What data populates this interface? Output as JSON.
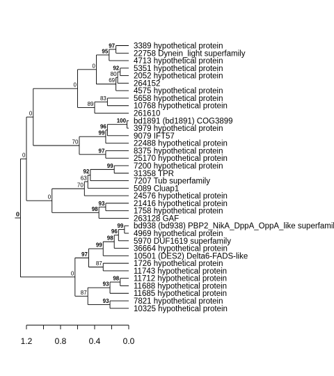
{
  "leaves": [
    "3389 hypothetical protein",
    "22758 Dynein_light superfamily",
    "4713 hypothetical protein",
    "5351 hypothetical protein",
    "2052 hypothetical protein",
    "264152",
    "4575 hypothetical protein",
    "5658 hypothetical protein",
    "10768 hypothetical protein",
    "261610",
    "bd1891 (bd1891) COG3899",
    "3979 hypothetical protein",
    "9079 IFT57",
    "22488 hypothetical protein",
    "8375 hypothetical protein",
    "25170 hypothetical protein",
    "7200 hypothetical protein",
    "31358 TPR",
    "7207 Tub superfamily",
    "5089 Cluap1",
    "24576 hypothetical protein",
    "21416 hypothetical protein",
    "1758 hypothetical protein",
    "263128 GAF",
    "bd938 (bd938) PBP2_NikA_DppA_OppA_like superfamily",
    "4969 hypothetical protein",
    "5970 DUF1619 superfamily",
    "36664 hypothetical protein",
    "10501 (DES2) Delta6-FADS-like",
    "1726 hypothetical protein",
    "11743 hypothetical protein",
    "11712 hypothetical protein",
    "11688 hypothetical protein",
    "11685 hypothetical protein",
    "7821 hypothetical protein",
    "10325 hypothetical protein"
  ],
  "nodes": [
    {
      "id": "n1",
      "depth": 0.15,
      "children": [
        0,
        1
      ],
      "support": "97",
      "bold": true
    },
    {
      "id": "n2",
      "depth": 0.23,
      "children": [
        "n1",
        2
      ],
      "support": "95",
      "bold": true
    },
    {
      "id": "n3",
      "depth": 0.1,
      "children": [
        3,
        4
      ],
      "support": "92",
      "bold": true
    },
    {
      "id": "n4",
      "depth": 0.13,
      "children": [
        "n3",
        5
      ],
      "support": "80",
      "bold": false
    },
    {
      "id": "n5",
      "depth": 0.15,
      "children": [
        "n4",
        6
      ],
      "support": "69",
      "bold": false
    },
    {
      "id": "n6",
      "depth": 0.38,
      "children": [
        "n2",
        "n5"
      ],
      "support": "0",
      "bold": false
    },
    {
      "id": "n7",
      "depth": 0.25,
      "children": [
        7,
        8
      ],
      "support": "83",
      "bold": false
    },
    {
      "id": "n8",
      "depth": 0.4,
      "children": [
        "n7",
        9
      ],
      "support": "89",
      "bold": false
    },
    {
      "id": "n9",
      "depth": 0.6,
      "children": [
        "n6",
        "n8"
      ],
      "support": "0",
      "bold": false
    },
    {
      "id": "n10",
      "depth": 0.02,
      "children": [
        10,
        11
      ],
      "support": "100",
      "bold": true
    },
    {
      "id": "n11",
      "depth": 0.25,
      "children": [
        "n10",
        12
      ],
      "support": "96",
      "bold": true
    },
    {
      "id": "n12",
      "depth": 0.27,
      "children": [
        "n11",
        13
      ],
      "support": "99",
      "bold": true
    },
    {
      "id": "n13",
      "depth": 0.27,
      "children": [
        14,
        15
      ],
      "support": "97",
      "bold": true
    },
    {
      "id": "n14",
      "depth": 0.58,
      "children": [
        "n12",
        "n13"
      ],
      "support": "70",
      "bold": false
    },
    {
      "id": "n15",
      "depth": 1.12,
      "children": [
        "n9",
        "n14"
      ],
      "support": "0",
      "bold": false
    },
    {
      "id": "n16",
      "depth": 0.17,
      "children": [
        16,
        17
      ],
      "support": "99",
      "bold": true
    },
    {
      "id": "n17",
      "depth": 0.45,
      "children": [
        "n16",
        18
      ],
      "support": "92",
      "bold": true
    },
    {
      "id": "n18",
      "depth": 0.48,
      "children": [
        "n17",
        19
      ],
      "support": "63",
      "bold": false
    },
    {
      "id": "n19",
      "depth": 0.52,
      "children": [
        "n18",
        20
      ],
      "support": "70",
      "bold": false
    },
    {
      "id": "n20",
      "depth": 0.27,
      "children": [
        21,
        22
      ],
      "support": "93",
      "bold": true
    },
    {
      "id": "n21",
      "depth": 0.35,
      "children": [
        "n20",
        23
      ],
      "support": "98",
      "bold": true
    },
    {
      "id": "n22",
      "depth": 0.9,
      "children": [
        "n19",
        "n21"
      ],
      "support": "0",
      "bold": false
    },
    {
      "id": "n23",
      "depth": 1.2,
      "children": [
        "n15",
        "n22"
      ],
      "support": "0",
      "bold": false
    },
    {
      "id": "n24",
      "depth": 0.05,
      "children": [
        24,
        25
      ],
      "support": "99",
      "bold": true
    },
    {
      "id": "n25",
      "depth": 0.12,
      "children": [
        "n24",
        26
      ],
      "support": "96",
      "bold": true
    },
    {
      "id": "n26",
      "depth": 0.17,
      "children": [
        "n25",
        27
      ],
      "support": "98",
      "bold": true
    },
    {
      "id": "n27",
      "depth": 0.3,
      "children": [
        "n26",
        28
      ],
      "support": "99",
      "bold": true
    },
    {
      "id": "n28",
      "depth": 0.3,
      "children": [
        29,
        30
      ],
      "support": "87",
      "bold": false
    },
    {
      "id": "n29",
      "depth": 0.47,
      "children": [
        "n27",
        "n28"
      ],
      "support": "97",
      "bold": true
    },
    {
      "id": "n30",
      "depth": 0.1,
      "children": [
        31,
        32
      ],
      "support": "98",
      "bold": true
    },
    {
      "id": "n31",
      "depth": 0.22,
      "children": [
        "n30",
        33
      ],
      "support": "93",
      "bold": true
    },
    {
      "id": "n32",
      "depth": 0.22,
      "children": [
        34,
        35
      ],
      "support": "93",
      "bold": true
    },
    {
      "id": "n33",
      "depth": 0.48,
      "children": [
        "n31",
        "n32"
      ],
      "support": "87",
      "bold": false
    },
    {
      "id": "n34",
      "depth": 0.63,
      "children": [
        "n29",
        "n33"
      ],
      "support": "0",
      "bold": false
    },
    {
      "id": "n35",
      "depth": 1.27,
      "children": [
        "n23",
        "n34"
      ],
      "support": "0",
      "bold": false
    }
  ],
  "scale": {
    "ticks": [
      1.2,
      1.0,
      0.8,
      0.6,
      0.4,
      0.2,
      0.0
    ],
    "labels": [
      "1.2",
      "0.8",
      "0.4",
      "0.0"
    ]
  }
}
